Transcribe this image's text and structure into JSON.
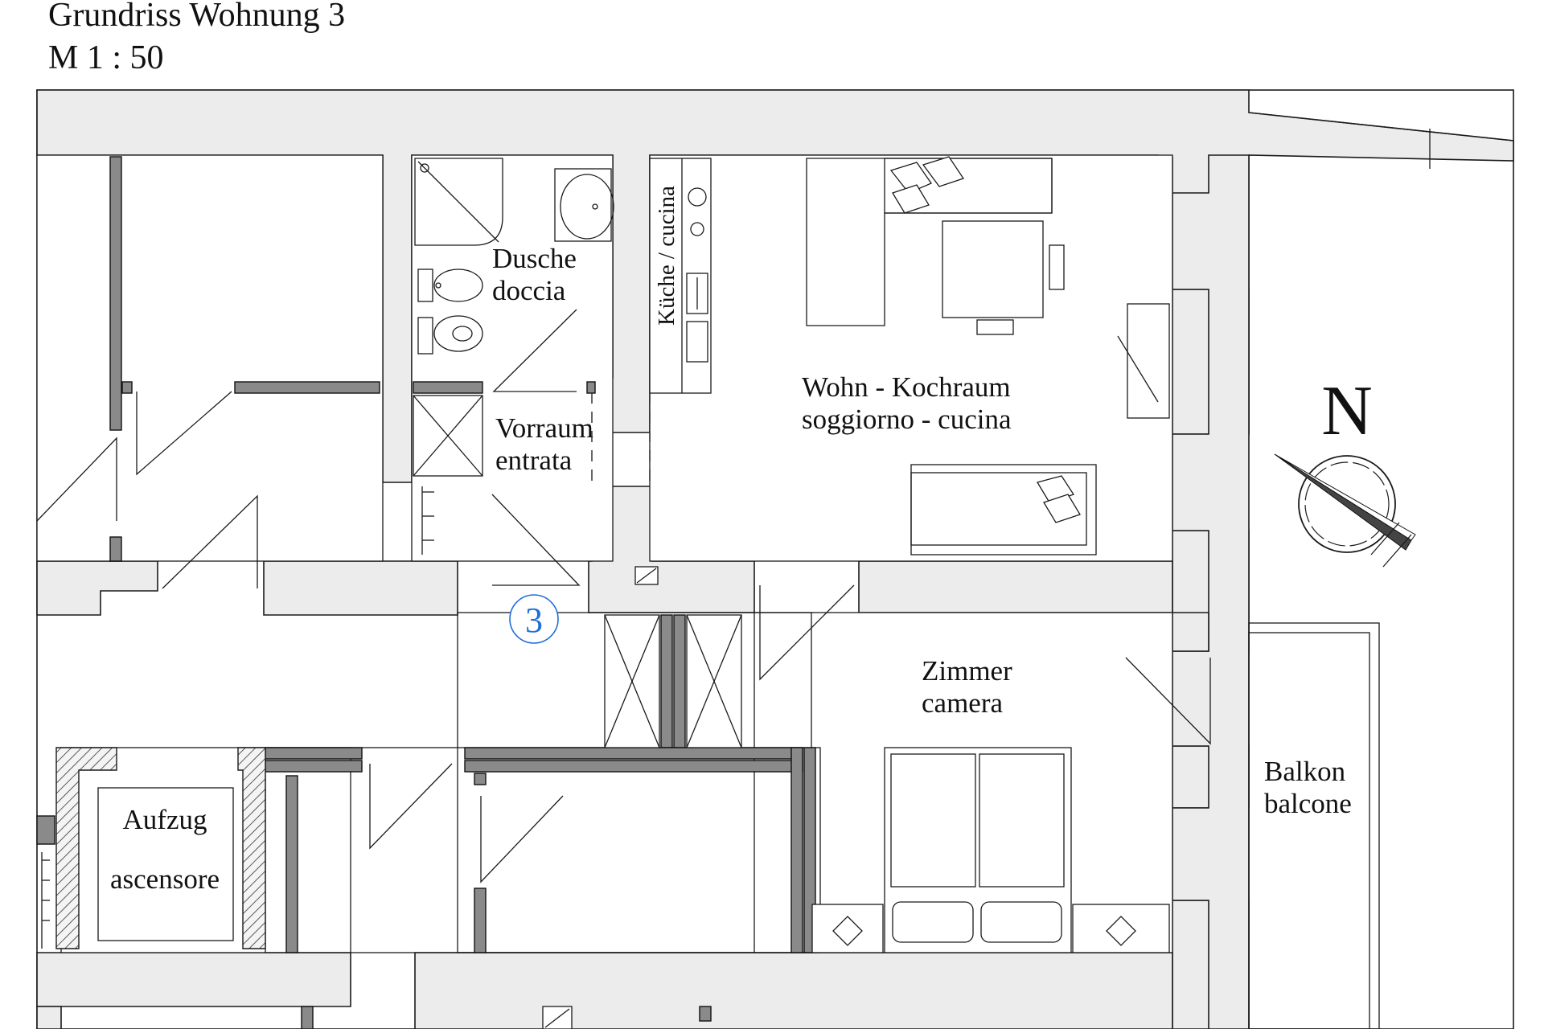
{
  "header": {
    "title": "Grundriss Wohnung 3",
    "scale": "M 1 : 50"
  },
  "rooms": {
    "shower": {
      "label_de": "Dusche",
      "label_it": "doccia"
    },
    "kitchenette": {
      "label": "Küche / cucina"
    },
    "living": {
      "label_de": "Wohn - Kochraum",
      "label_it": "soggiorno - cucina"
    },
    "entrance": {
      "label_de": "Vorraum",
      "label_it": "entrata"
    },
    "bedroom": {
      "label_de": "Zimmer",
      "label_it": "camera"
    },
    "balcony": {
      "label_de": "Balkon",
      "label_it": "balcone"
    },
    "elevator": {
      "label_de": "Aufzug",
      "label_it": "ascensore"
    }
  },
  "apartment_marker": {
    "number": "3",
    "color": "#1e6fd9"
  },
  "north_arrow": {
    "letter": "N"
  },
  "colors": {
    "wall_fill": "#ececec",
    "line": "#1a1a1a",
    "wood": "#8a8a8a"
  }
}
